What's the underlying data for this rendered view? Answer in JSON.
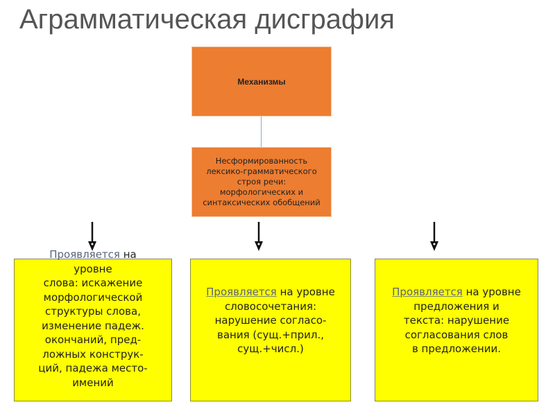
{
  "title": "Аграмматическая дисграфия",
  "mechanisms": {
    "heading": "Механизмы",
    "cause_lines": [
      "Несформированность",
      "лексико-грамматического",
      "строя речи:",
      "морфологических и",
      "синтаксических обобщений"
    ]
  },
  "levels": [
    {
      "link": "Проявляется",
      "lines": [
        " на",
        "уровне",
        "слова: искажение",
        "морфологической",
        "структуры слова,",
        "изменение падеж.",
        "окончаний, пред-",
        "ложных конструк-",
        "ций, падежа место-",
        "имений"
      ]
    },
    {
      "link": "Проявляется",
      "lines": [
        " на уровне",
        "словосочетания:",
        "нарушение согласо-",
        "вания (сущ.+прил.,",
        "сущ.+числ.)"
      ]
    },
    {
      "link": "Проявляется",
      "lines": [
        " на уровне",
        "предложения и",
        "текста: нарушение",
        "согласования слов",
        "в предложении."
      ]
    }
  ],
  "colors": {
    "orange": "#ed7d31",
    "yellow": "#ffff00"
  }
}
